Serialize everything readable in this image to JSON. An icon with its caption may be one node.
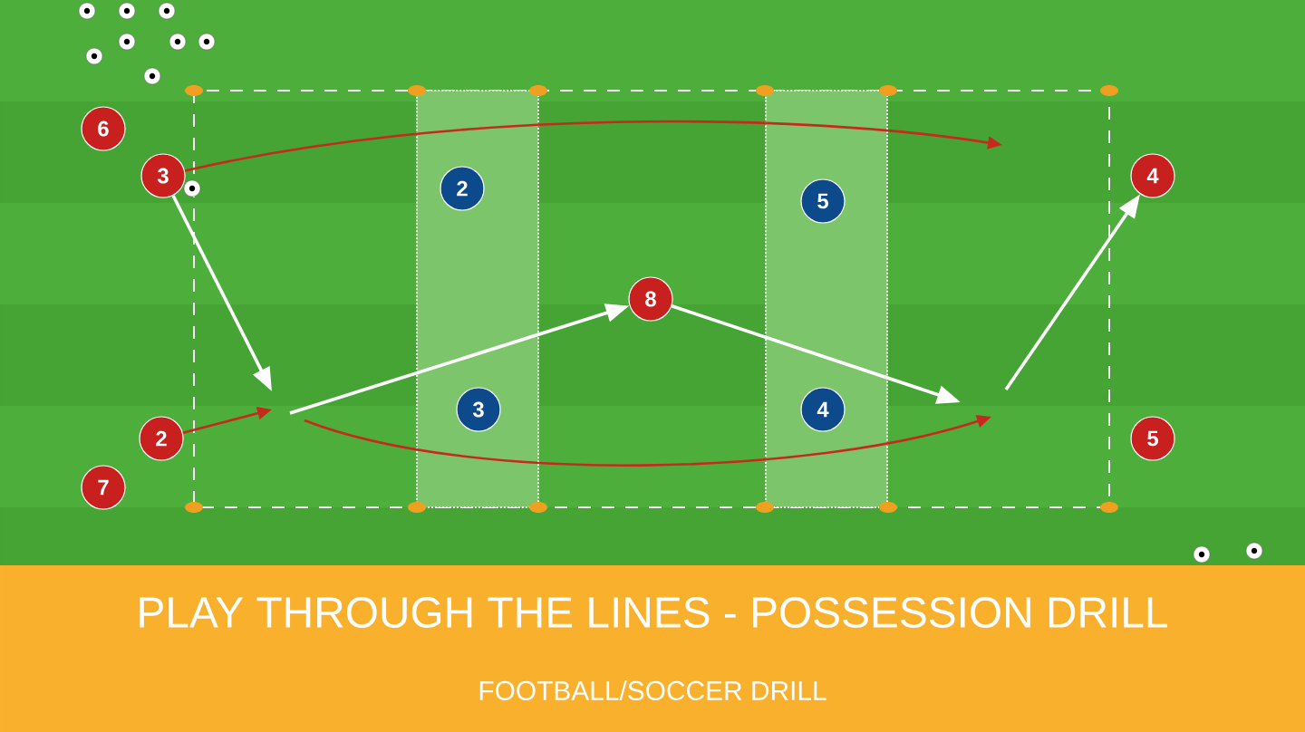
{
  "diagram": {
    "title": "PLAY THROUGH THE LINES - POSSESSION DRILL",
    "caption": "FOOTBALL/SOCCER DRILL",
    "nodes": [
      {
        "text": [
          "6"
        ]
      },
      {
        "text": [
          "3"
        ]
      },
      {
        "text": [],
        "shape": "box"
      },
      {
        "text": [
          "2"
        ],
        "in": 2
      },
      {
        "text": [],
        "shape": "box"
      },
      {
        "text": [
          "5"
        ],
        "in": 4
      },
      {
        "text": [
          "4"
        ]
      },
      {
        "text": [
          "8"
        ]
      },
      {
        "text": [
          "2"
        ]
      },
      {
        "text": [
          "3"
        ],
        "in": 2
      },
      {
        "text": [
          "4"
        ],
        "in": 4
      },
      {
        "text": [
          "5"
        ]
      },
      {
        "text": [
          "7"
        ]
      }
    ],
    "edges": [
      {
        "from": 1,
        "to": null,
        "arrow": "to"
      },
      {
        "from": 1,
        "to": null,
        "arrow": "to",
        "color": "#c62a1c"
      },
      {
        "from": 8,
        "to": null,
        "arrow": "to",
        "color": "#c62a1c"
      },
      {
        "from": null,
        "to": 7,
        "arrow": "to"
      },
      {
        "from": 7,
        "to": null,
        "arrow": "to"
      },
      {
        "from": null,
        "to": 6,
        "arrow": "to"
      }
    ]
  }
}
